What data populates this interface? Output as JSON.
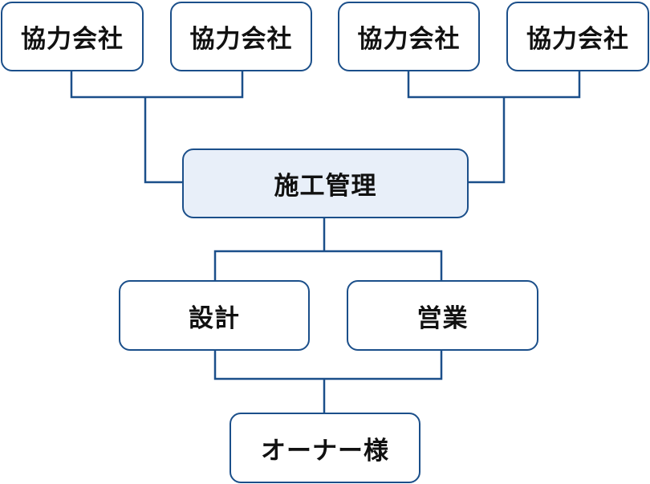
{
  "colors": {
    "line": "#1b4f8a",
    "node_border": "#1b4f8a",
    "node_fill": "#ffffff",
    "center_fill": "#e8eff9",
    "text": "#111111"
  },
  "diagram": {
    "partners": [
      {
        "label": "協力会社"
      },
      {
        "label": "協力会社"
      },
      {
        "label": "協力会社"
      },
      {
        "label": "協力会社"
      }
    ],
    "center": {
      "label": "施工管理"
    },
    "middle": [
      {
        "label": "設計"
      },
      {
        "label": "営業"
      }
    ],
    "bottom": {
      "label": "オーナー様"
    }
  }
}
